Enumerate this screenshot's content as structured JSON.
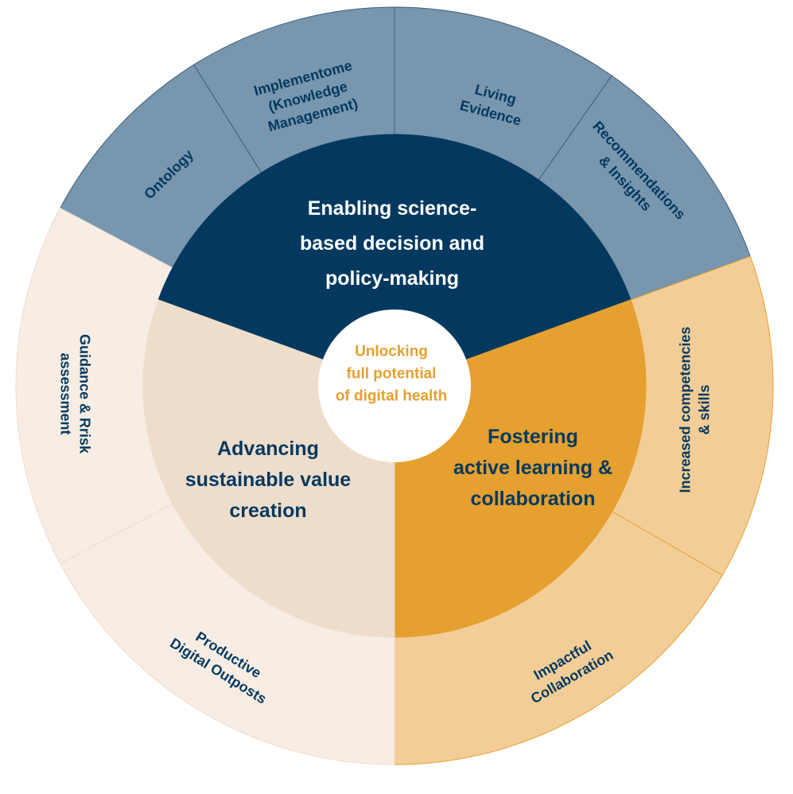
{
  "center": {
    "lines": [
      "Unlocking",
      "full potential",
      "of digital health"
    ],
    "color": "#E5A030"
  },
  "inner_segments": [
    {
      "id": "science",
      "lines": [
        "Enabling science-",
        "based decision and",
        "policy-making"
      ],
      "fill": "#03395F",
      "text_color": "#FFFFFF"
    },
    {
      "id": "learning",
      "lines": [
        "Fostering",
        "active learning &",
        "collaboration"
      ],
      "fill": "#E5A030",
      "text_color": "#03395F"
    },
    {
      "id": "value",
      "lines": [
        "Advancing",
        "sustainable value",
        "creation"
      ],
      "fill": "#EFDDCB",
      "text_color": "#03395F"
    }
  ],
  "outer_segments": [
    {
      "id": "ontology",
      "lines": [
        "Ontology"
      ],
      "fill": "#7896AE",
      "text_color": "#03395F"
    },
    {
      "id": "implementome",
      "lines": [
        "Implementome",
        "(Knowledge",
        "Management)"
      ],
      "fill": "#7896AE",
      "text_color": "#03395F"
    },
    {
      "id": "living-evidence",
      "lines": [
        "Living",
        "Evidence"
      ],
      "fill": "#7896AE",
      "text_color": "#03395F"
    },
    {
      "id": "recommendations",
      "lines": [
        "Recommendations",
        "& Insights"
      ],
      "fill": "#7896AE",
      "text_color": "#03395F"
    },
    {
      "id": "competencies",
      "lines": [
        "Increased competencies",
        "& skills"
      ],
      "fill": "#F3CD97",
      "text_color": "#03395F"
    },
    {
      "id": "impactful-collaboration",
      "lines": [
        "Impactful",
        "Collaboration"
      ],
      "fill": "#F3CD97",
      "text_color": "#03395F"
    },
    {
      "id": "digital-outposts",
      "lines": [
        "Productive",
        "Digital  Outposts"
      ],
      "fill": "#F8EDE4",
      "text_color": "#03395F"
    },
    {
      "id": "guidance",
      "lines": [
        "Guidance & Rrisk",
        "assessment"
      ],
      "fill": "#F8EDE4",
      "text_color": "#03395F"
    }
  ]
}
